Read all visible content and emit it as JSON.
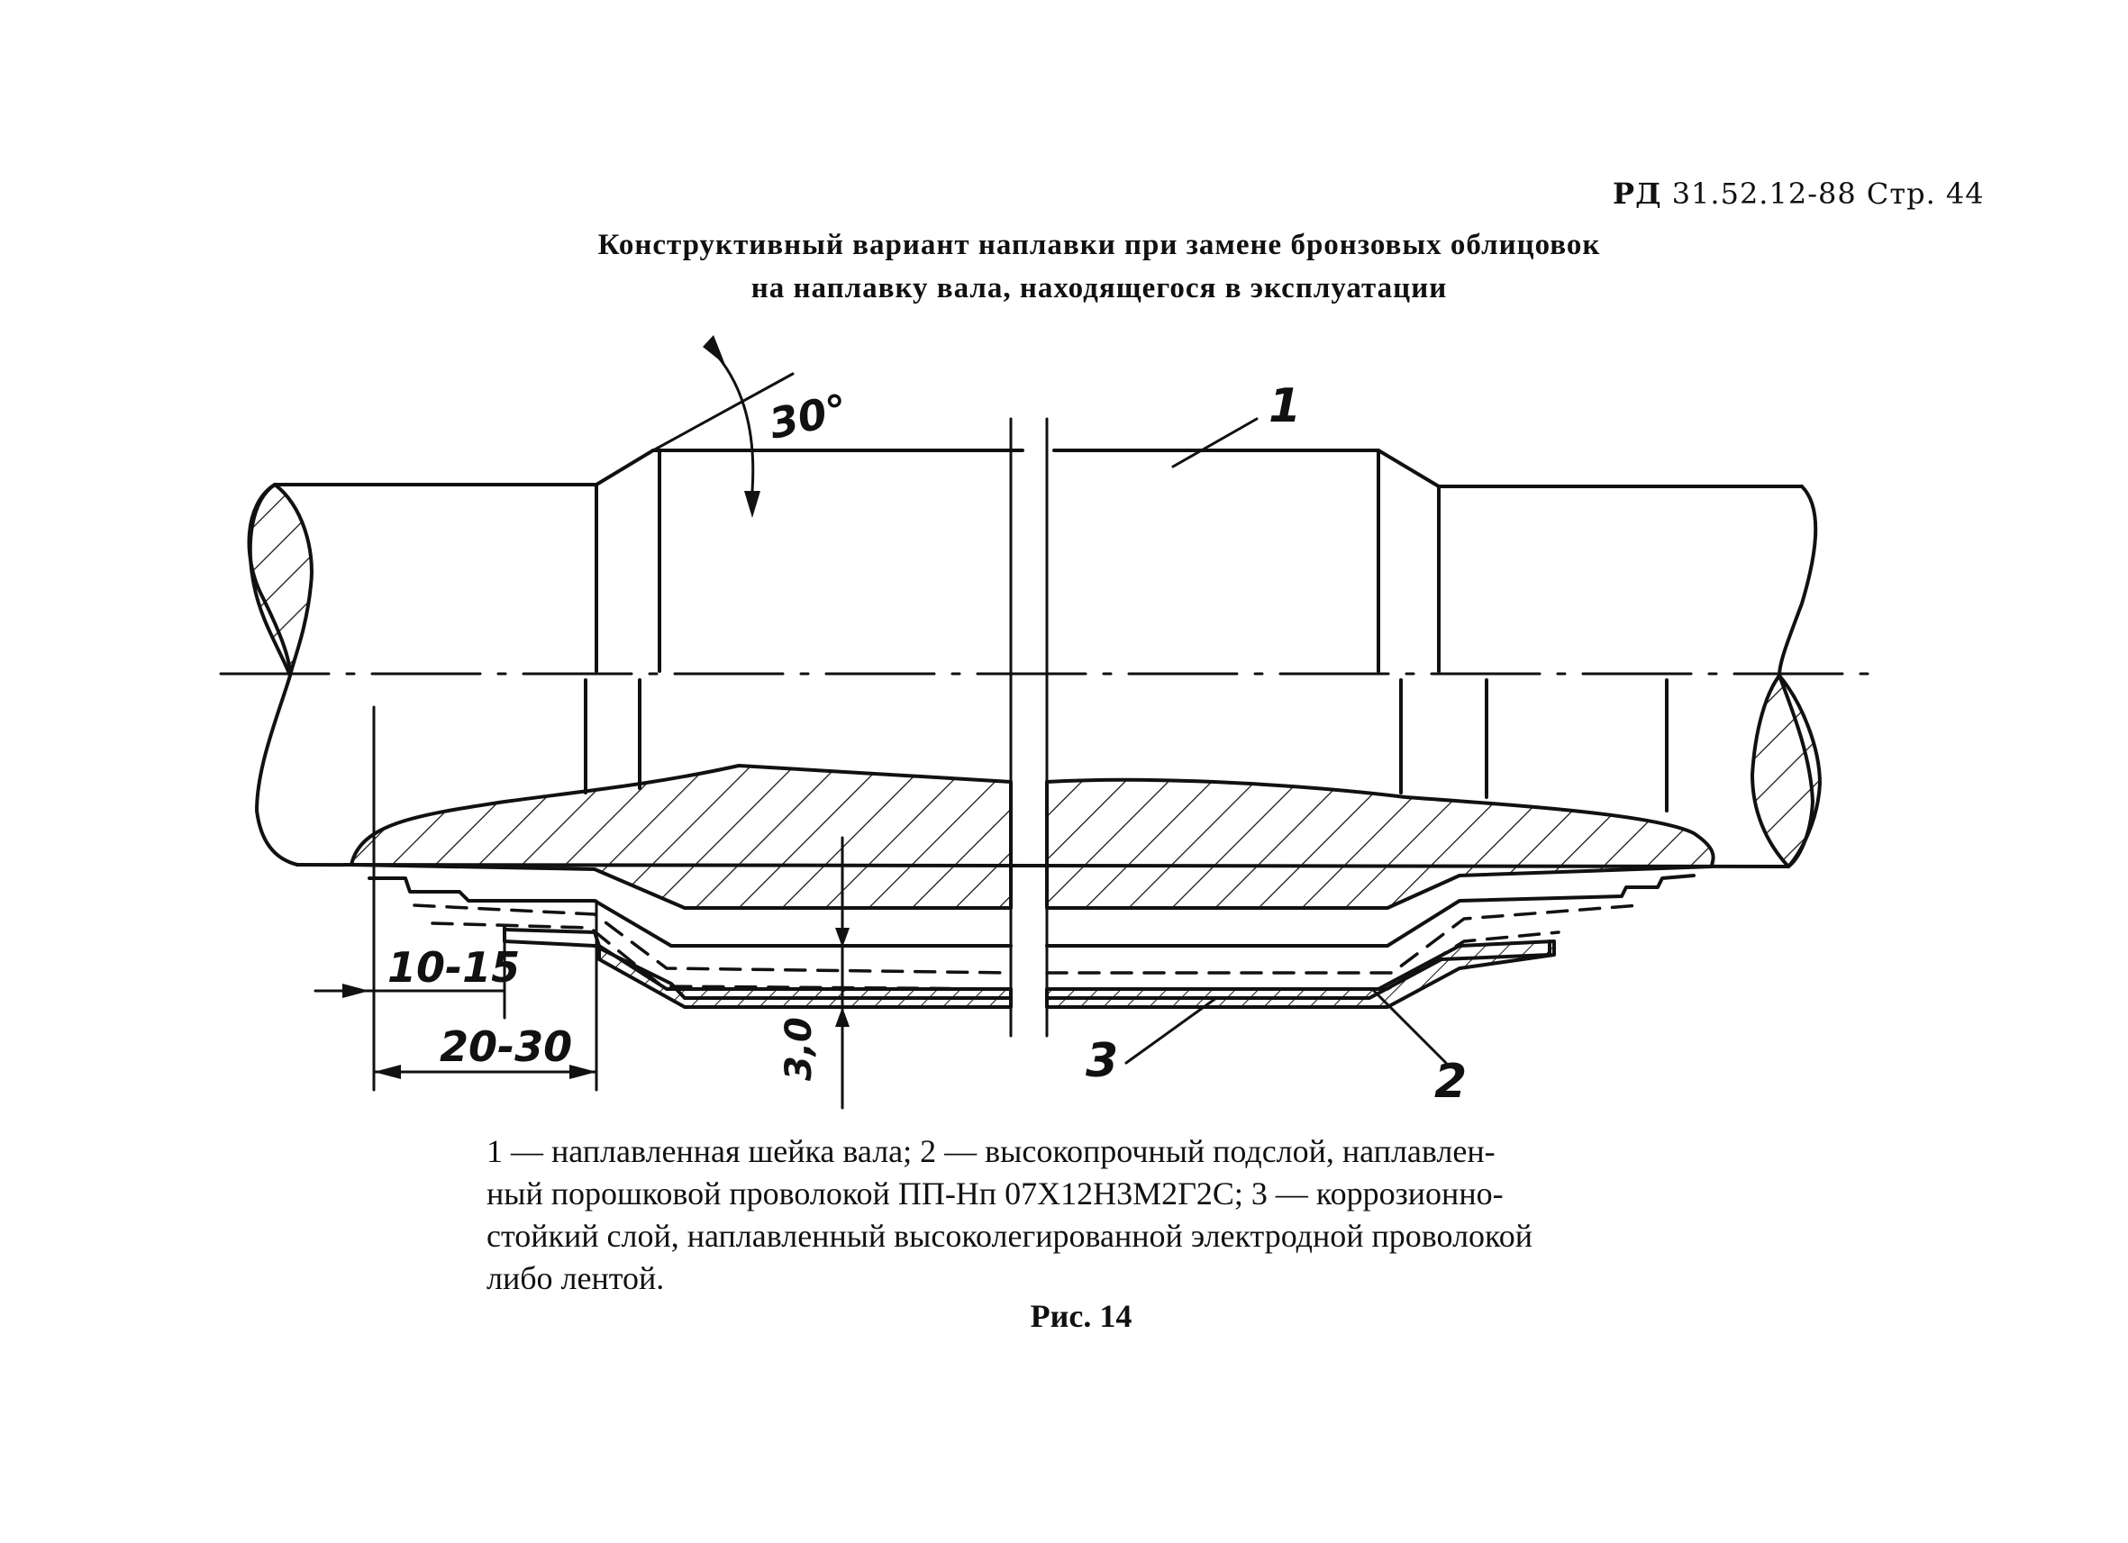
{
  "header": {
    "doc_code": "РД",
    "doc_number": "31.52.12-88",
    "page_label": "Стр.",
    "page_number": "44"
  },
  "title": {
    "line1": "Конструктивный вариант наплавки при замене бронзовых облицовок",
    "line2": "на наплавку вала, находящегося в эксплуатации"
  },
  "drawing": {
    "angle_label": "30°",
    "callout_1": "1",
    "callout_2": "2",
    "callout_3": "3",
    "dim_10_15": "10-15",
    "dim_20_30": "20-30",
    "dim_3_0": "3,0",
    "colors": {
      "line": "#111111",
      "paper": "#ffffff"
    }
  },
  "legend": {
    "line1": "1 — наплавленная шейка вала; 2 — высокопрочный подслой, наплавлен-",
    "line2": "ный порошковой проволокой ПП-Нп 07Х12Н3М2Г2С; 3 — коррозионно-",
    "line3": "стойкий слой, наплавленный высоколегированной электродной проволокой",
    "line4": "либо лентой."
  },
  "caption": {
    "text": "Рис. 14"
  }
}
